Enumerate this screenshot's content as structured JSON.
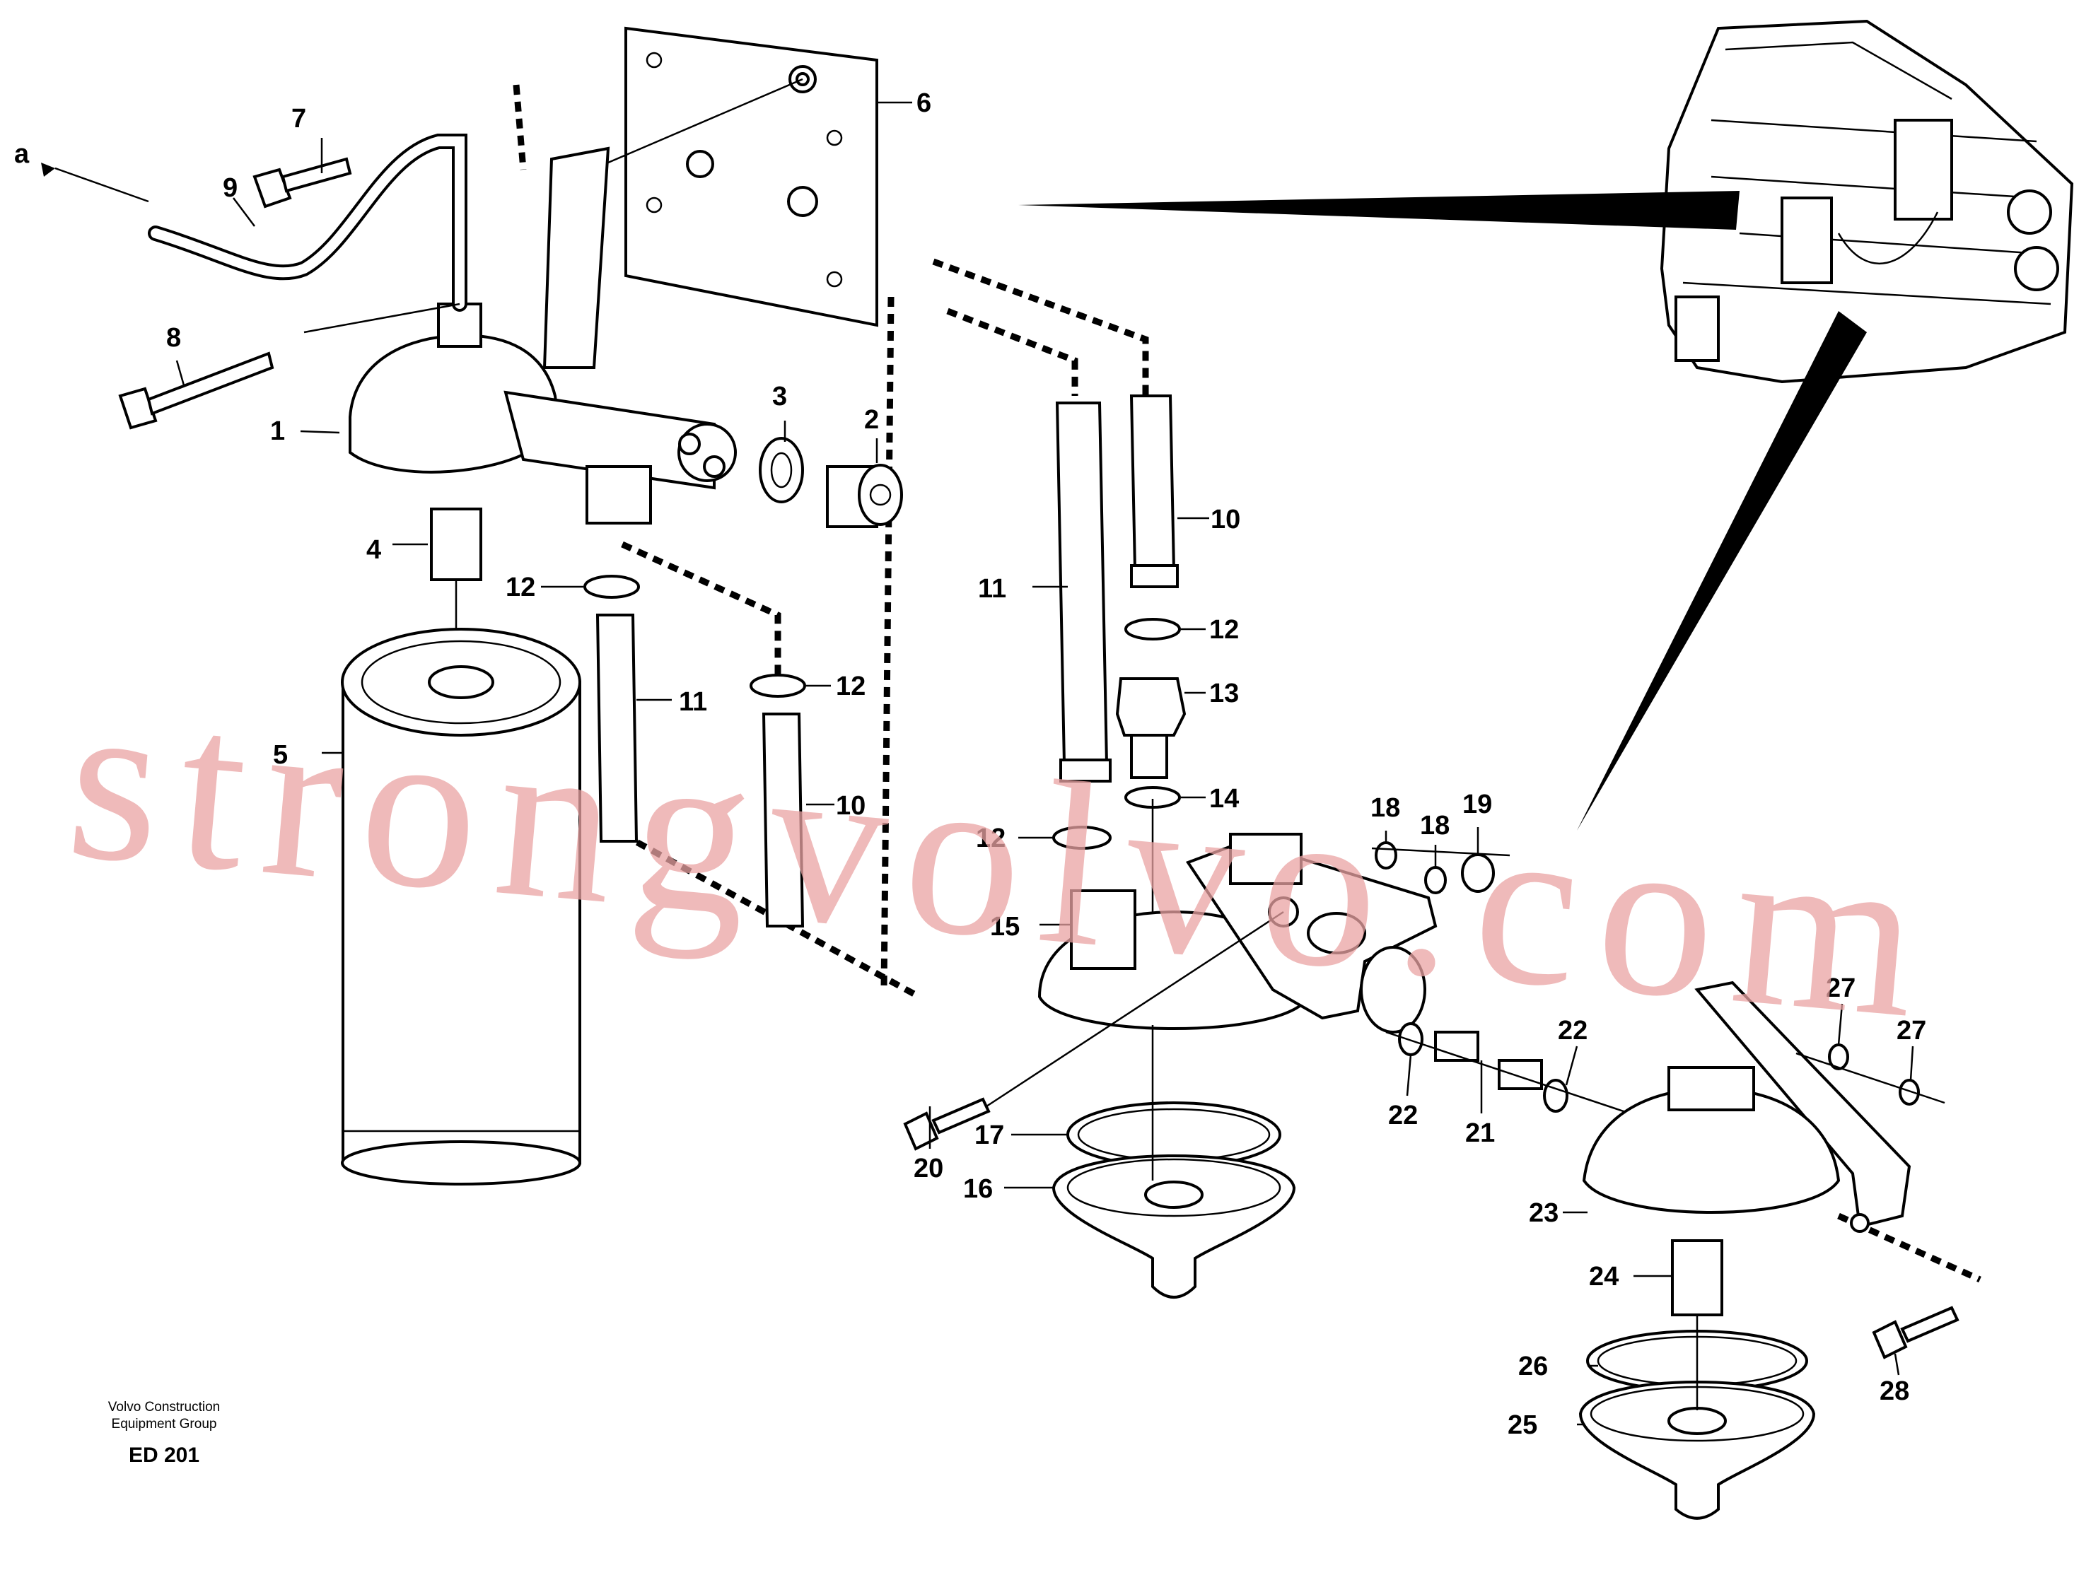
{
  "diagram": {
    "labels": {
      "a": "a",
      "p1": "1",
      "p2": "2",
      "p3": "3",
      "p4": "4",
      "p5": "5",
      "p6": "6",
      "p7": "7",
      "p8": "8",
      "p9": "9",
      "p10a": "10",
      "p10b": "10",
      "p11a": "11",
      "p11b": "11",
      "p12a": "12",
      "p12b": "12",
      "p12c": "12",
      "p12d": "12",
      "p13": "13",
      "p14": "14",
      "p15": "15",
      "p16": "16",
      "p17": "17",
      "p18a": "18",
      "p18b": "18",
      "p19": "19",
      "p20": "20",
      "p21": "21",
      "p22a": "22",
      "p22b": "22",
      "p23": "23",
      "p24": "24",
      "p25": "25",
      "p26": "26",
      "p27a": "27",
      "p27b": "27",
      "p28": "28"
    },
    "footer": {
      "line1": "Volvo Construction",
      "line2": "Equipment Group",
      "code": "ED 201"
    },
    "watermark": "strongvolvo.com"
  }
}
